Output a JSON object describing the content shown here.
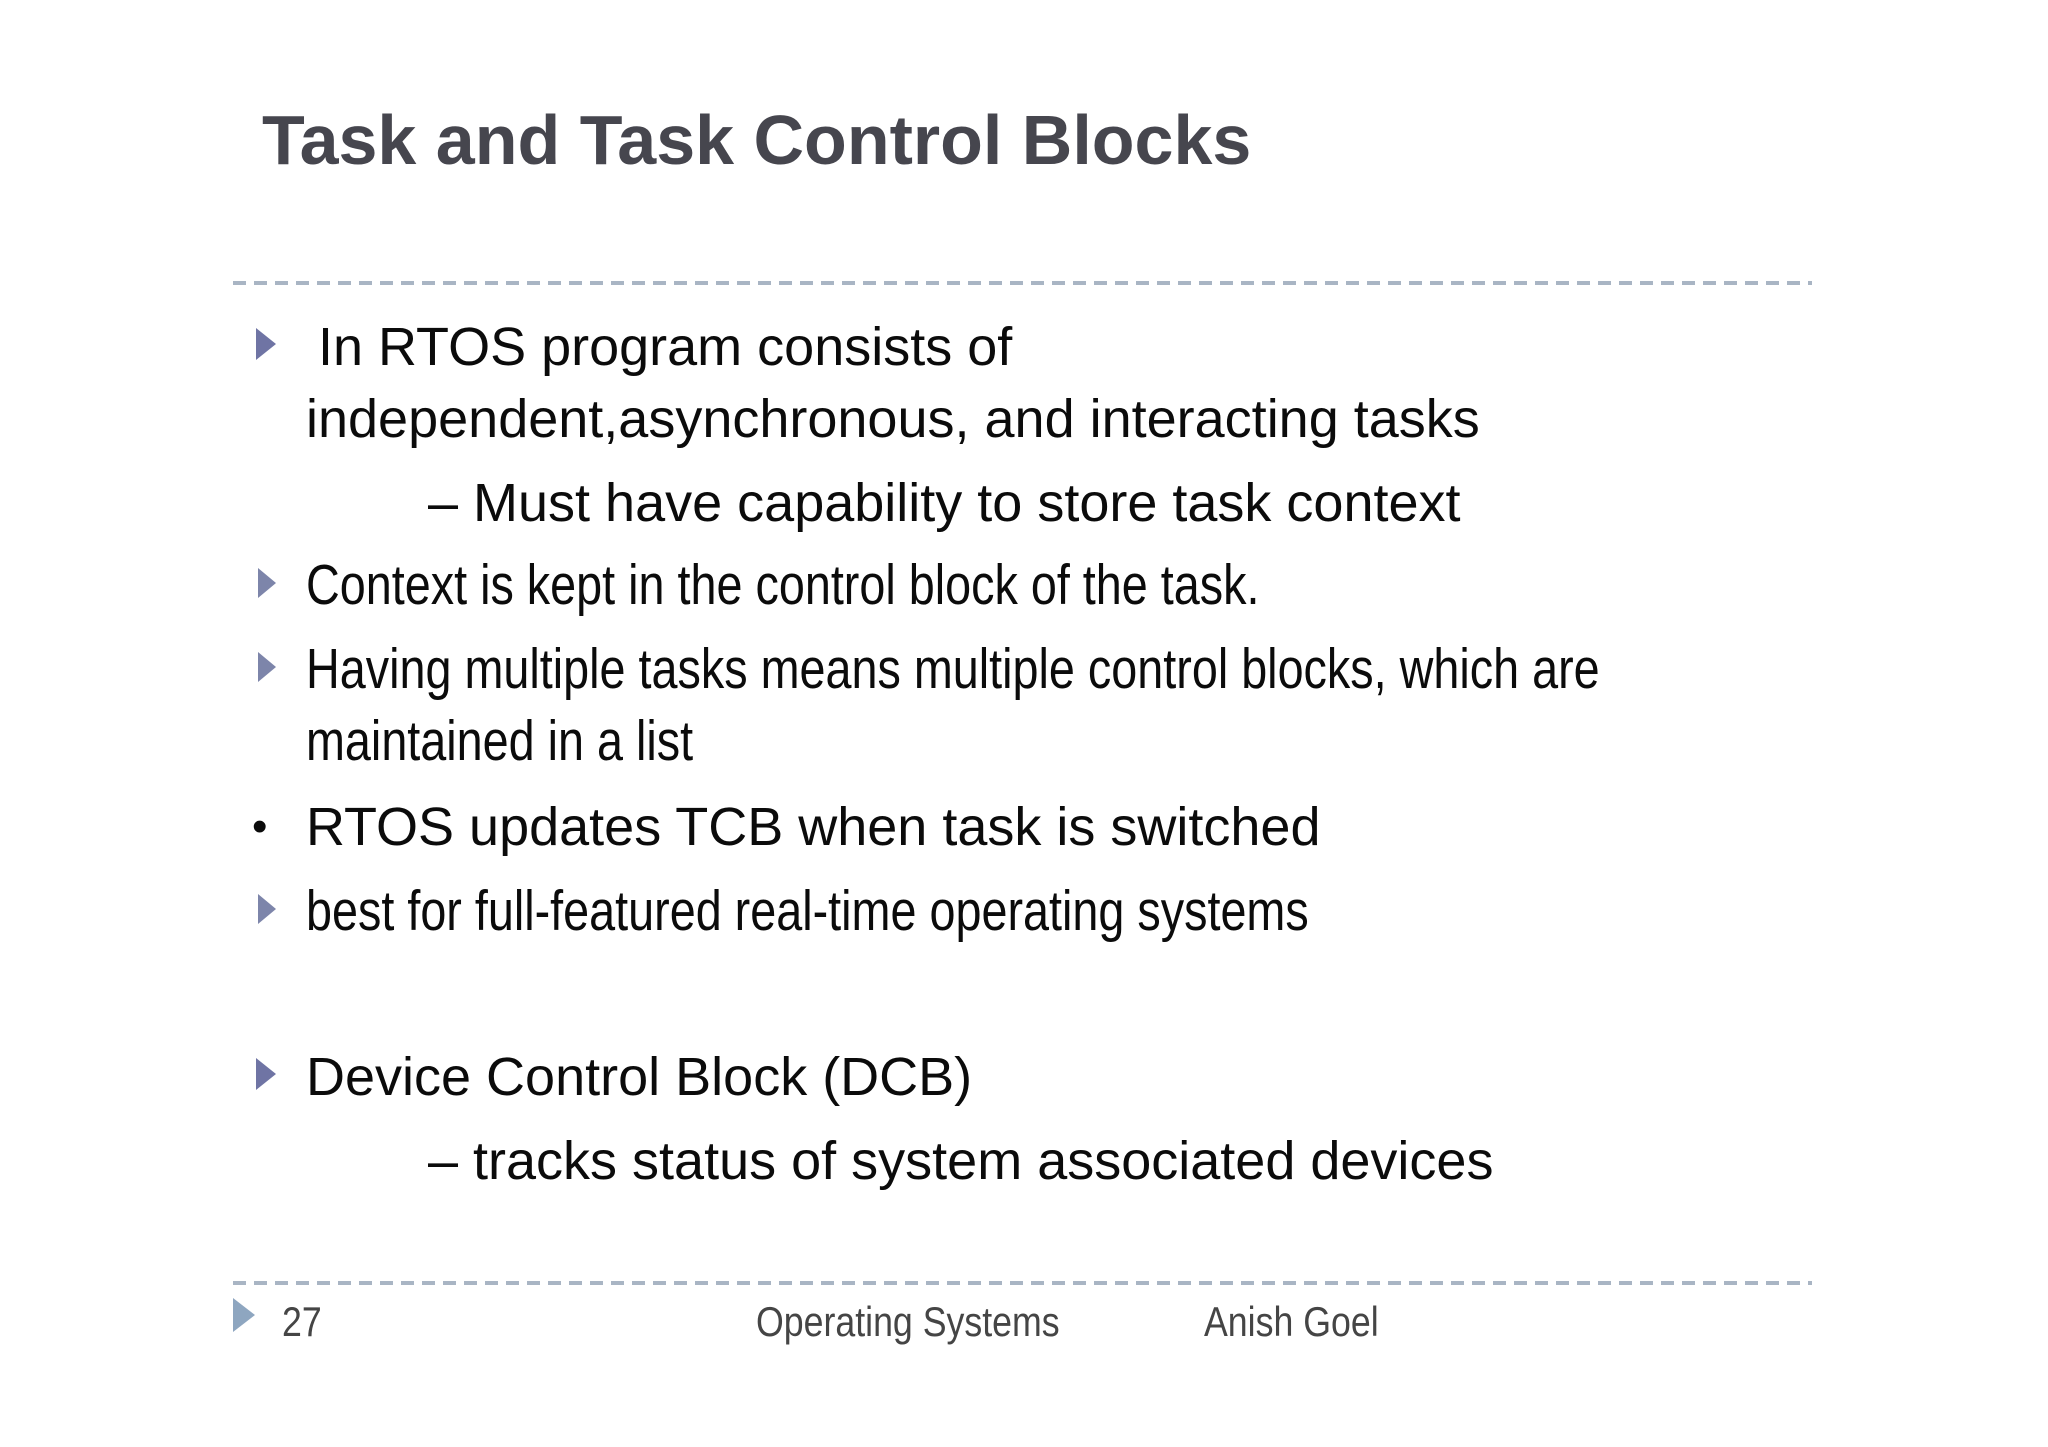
{
  "slide": {
    "title": "Task and Task Control Blocks",
    "bullets": {
      "b1_line1": "In RTOS program consists of",
      "b1_line2": "independent,asynchronous, and interacting tasks",
      "b1_sub": "– Must have capability to store task context",
      "b2": "Context is kept in the control block of the task.",
      "b3_line1": "Having multiple tasks means multiple control blocks, which are",
      "b3_line2": "maintained in a list",
      "b4_marker": "•",
      "b4": "RTOS updates TCB when task is switched",
      "b5": "best for full-featured real-time operating systems",
      "b6": "Device Control Block (DCB)",
      "b6_sub": "– tracks status of system associated devices"
    },
    "footer": {
      "page_number": "27",
      "course": "Operating Systems",
      "author": "Anish Goel"
    },
    "icons": {
      "level1_bullet": "right-triangle-arrow",
      "footer_marker": "right-triangle-arrow"
    },
    "colors": {
      "title": "#46464e",
      "body_text": "#0b0b0b",
      "bullet_arrow": "#6f74a4",
      "bullet_arrow_muted": "#7d85aa",
      "footer_arrow": "#8ea6c0",
      "dashed_line": "#a9b5c4",
      "footer_text": "#454545",
      "background": "#ffffff"
    }
  }
}
